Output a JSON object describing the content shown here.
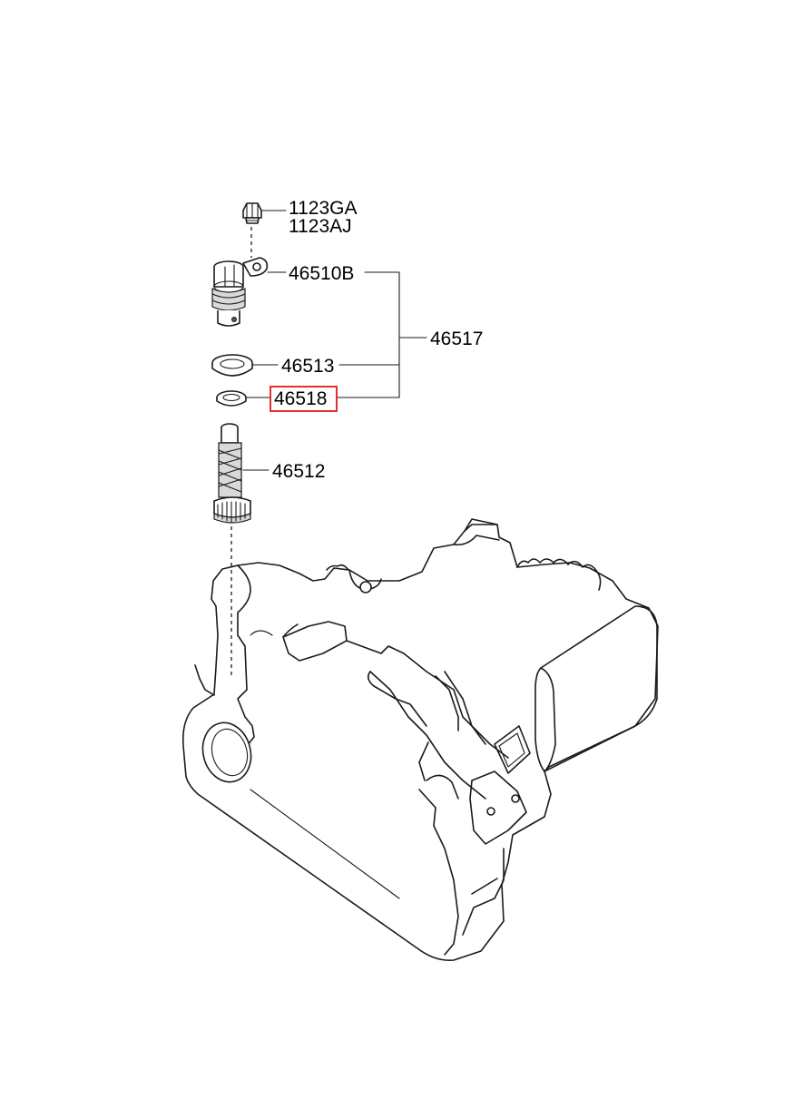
{
  "parts": [
    {
      "id": "bolt-a",
      "label": "1123GA"
    },
    {
      "id": "bolt-b",
      "label": "1123AJ"
    },
    {
      "id": "sensor",
      "label": "46510B"
    },
    {
      "id": "assembly",
      "label": "46517"
    },
    {
      "id": "seal",
      "label": "46513"
    },
    {
      "id": "oring",
      "label": "46518"
    },
    {
      "id": "gear",
      "label": "46512"
    }
  ],
  "highlight": {
    "part": "46518",
    "color": "#e03030"
  }
}
